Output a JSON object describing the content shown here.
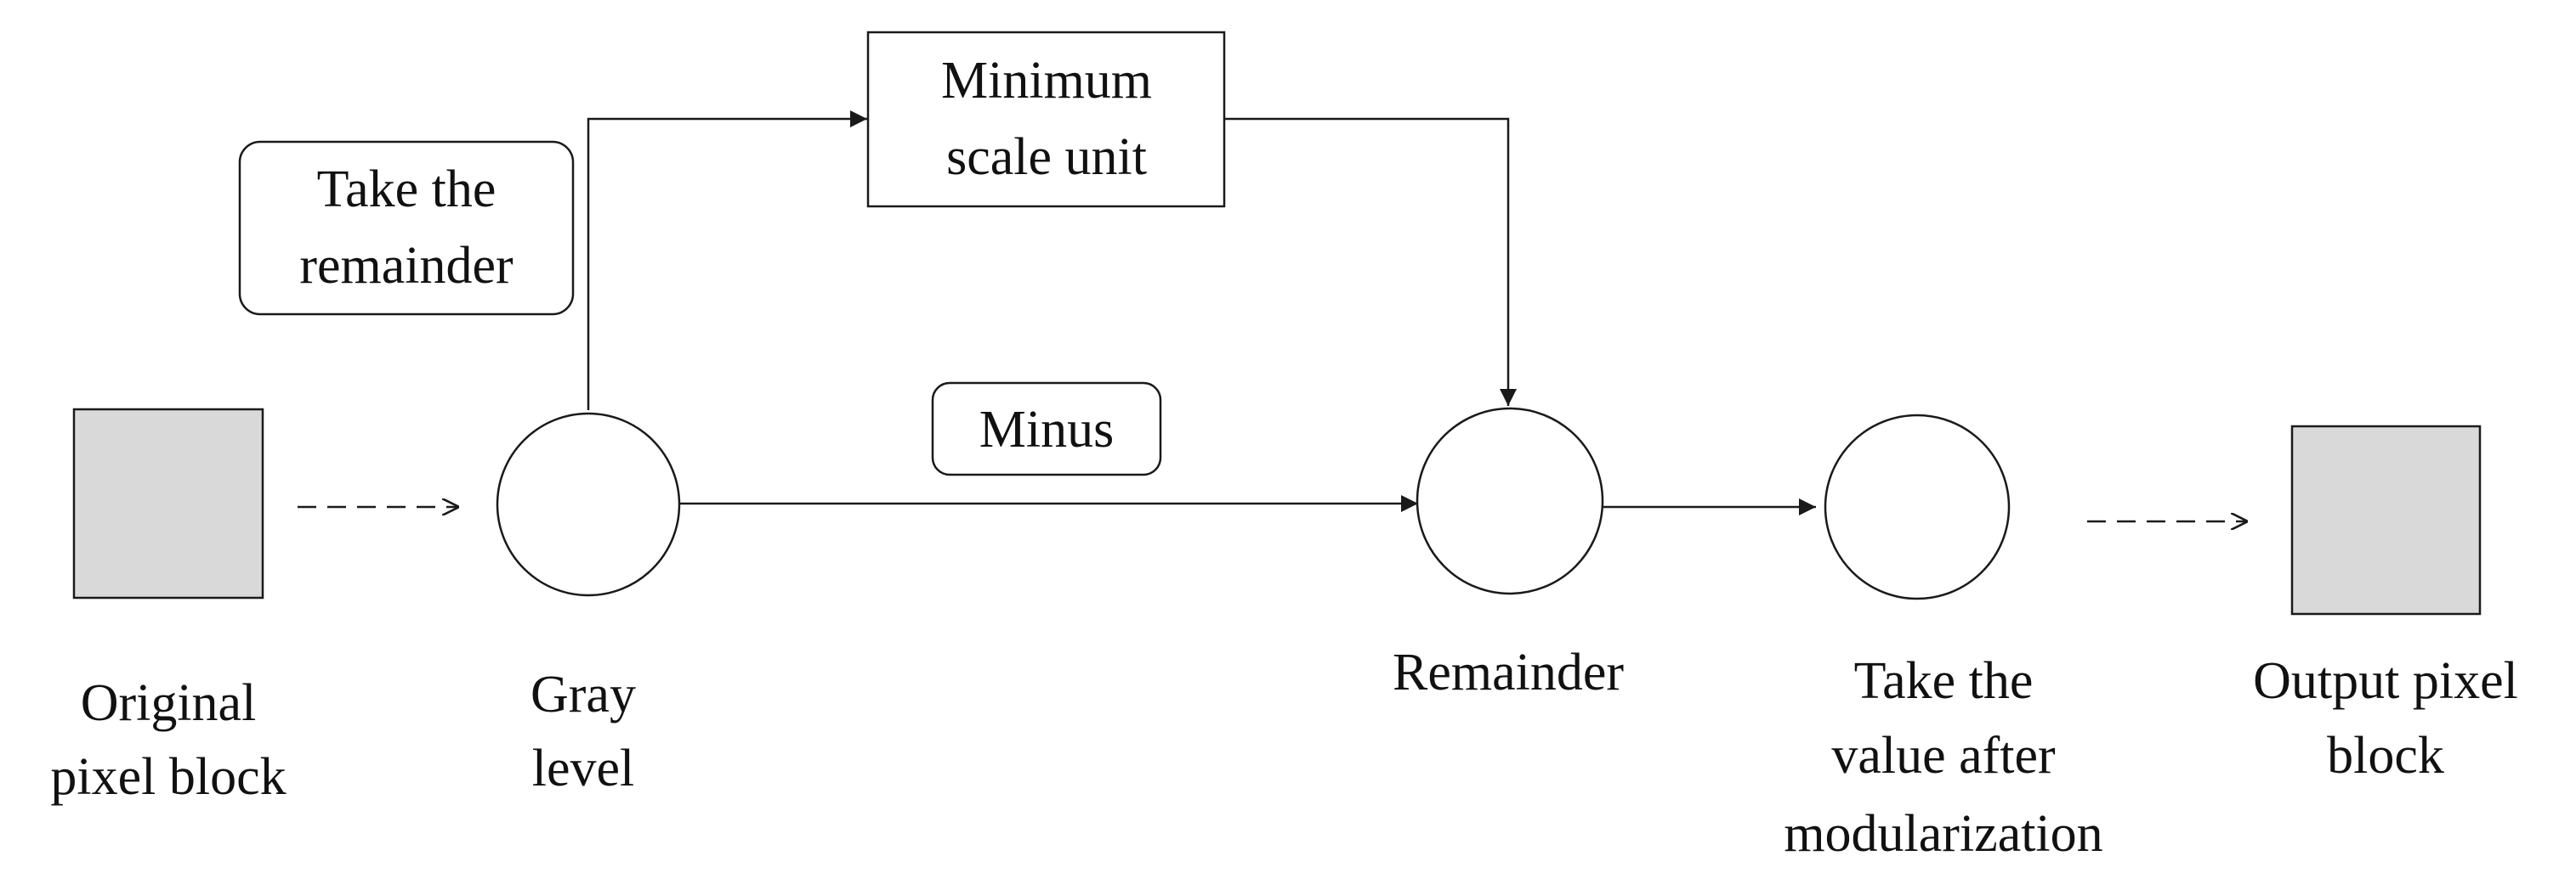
{
  "diagram": {
    "colors": {
      "stroke": "#1a1a1a",
      "block_fill": "#d9d9d9",
      "background": "#ffffff",
      "text": "#111111"
    },
    "nodes": {
      "original_block": {
        "label_line1": "Original",
        "label_line2": "pixel block"
      },
      "gray_level": {
        "label_line1": "Gray",
        "label_line2": "level"
      },
      "min_scale_unit": {
        "line1": "Minimum",
        "line2": "scale unit"
      },
      "remainder": {
        "label": "Remainder"
      },
      "mod_value": {
        "line1": "Take the",
        "line2": "value after",
        "line3": "modularization"
      },
      "output_block": {
        "label_line1": "Output pixel",
        "label_line2": "block"
      }
    },
    "edge_labels": {
      "take_remainder": {
        "line1": "Take the",
        "line2": "remainder"
      },
      "minus": "Minus"
    }
  }
}
